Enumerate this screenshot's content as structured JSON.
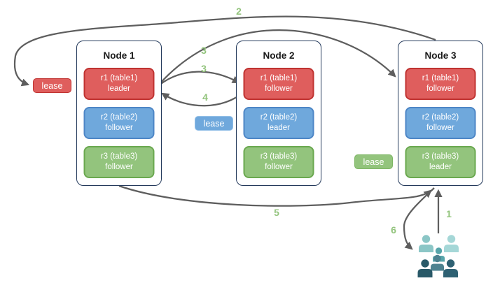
{
  "colors": {
    "red_fill": "#df5e5d",
    "red_border": "#c03331",
    "blue_fill": "#6fa8dc",
    "blue_border": "#4d86c6",
    "green_fill": "#93c47d",
    "green_border": "#6aa84f",
    "lease_red_border": "#c03331",
    "lease_blue_border": "#92bfe7",
    "lease_green_border": "#7db664",
    "node_border": "#23395b",
    "arrow": "#5e5e5e",
    "step_label": "#93c47d",
    "users": [
      "#8bc6c6",
      "#a5d7d7",
      "#57a5aa",
      "#4d8290",
      "#295968",
      "#2e6173"
    ]
  },
  "nodes": [
    {
      "title": "Node 1",
      "replicas": [
        {
          "line1": "r1 (table1)",
          "line2": "leader"
        },
        {
          "line1": "r2 (table2)",
          "line2": "follower"
        },
        {
          "line1": "r3 (table3)",
          "line2": "follower"
        }
      ]
    },
    {
      "title": "Node 2",
      "replicas": [
        {
          "line1": "r1 (table1)",
          "line2": "follower"
        },
        {
          "line1": "r2 (table2)",
          "line2": "leader"
        },
        {
          "line1": "r3 (table3)",
          "line2": "follower"
        }
      ]
    },
    {
      "title": "Node 3",
      "replicas": [
        {
          "line1": "r1 (table1)",
          "line2": "follower"
        },
        {
          "line1": "r2 (table2)",
          "line2": "follower"
        },
        {
          "line1": "r3 (table3)",
          "line2": "leader"
        }
      ]
    }
  ],
  "leases": [
    {
      "label": "lease",
      "color": "red"
    },
    {
      "label": "lease",
      "color": "blue"
    },
    {
      "label": "lease",
      "color": "green"
    }
  ],
  "steps": [
    {
      "label": "2"
    },
    {
      "label": "3"
    },
    {
      "label": "3"
    },
    {
      "label": "4"
    },
    {
      "label": "5"
    },
    {
      "label": "1"
    },
    {
      "label": "6"
    }
  ]
}
